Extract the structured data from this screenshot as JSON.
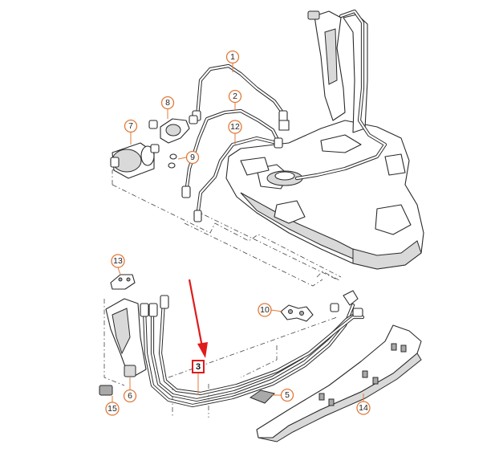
{
  "callouts": {
    "c1": "1",
    "c2": "2",
    "c3": "3",
    "c5": "5",
    "c6": "6",
    "c7": "7",
    "c8": "8",
    "c9": "9",
    "c10": "10",
    "c12": "12",
    "c13": "13",
    "c14": "14",
    "c15": "15"
  },
  "colors": {
    "callout_ring": "#e07a3a",
    "highlight": "#e01b1b",
    "line_art": "#2a2a2a"
  }
}
